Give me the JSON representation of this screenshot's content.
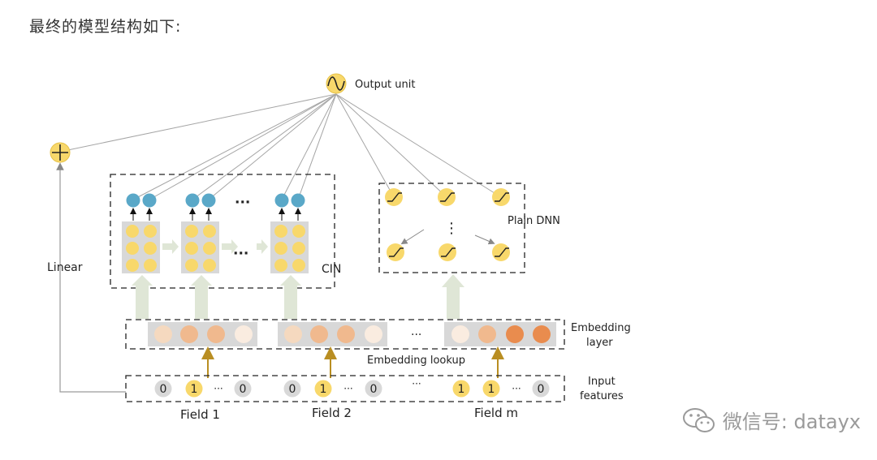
{
  "heading": "最终的模型结构如下:",
  "labels": {
    "output_unit": "Output unit",
    "linear": "Linear",
    "cin": "CIN",
    "plain_dnn": "Plain DNN",
    "embedding_layer_1": "Embedding",
    "embedding_layer_2": "layer",
    "embedding_lookup": "Embedding lookup",
    "input_features_1": "Input",
    "input_features_2": "features",
    "field_1": "Field 1",
    "field_2": "Field 2",
    "field_m": "Field m",
    "ellipsis": "···",
    "ellipsis_bold": "···",
    "vertical_dots": "⋮"
  },
  "input_values": {
    "field_1": [
      "0",
      "1",
      "···",
      "0"
    ],
    "field_2": [
      "0",
      "1",
      "···",
      "0"
    ],
    "field_m": [
      "1",
      "1",
      "···",
      "0"
    ]
  },
  "colors": {
    "yellow": "#f8d86b",
    "blue": "#5aa8c8",
    "gray_box": "#d8d8d8",
    "arrow_gold": "#b98e22",
    "arrow_green": "#dfe6d6",
    "emb_light": "#f5d9bf",
    "emb_mid": "#f0b98e",
    "emb_dark": "#e98c4e",
    "emb_pale": "#faece0"
  },
  "watermark": {
    "text": "微信号: datayx",
    "icon": "wechat-icon"
  }
}
